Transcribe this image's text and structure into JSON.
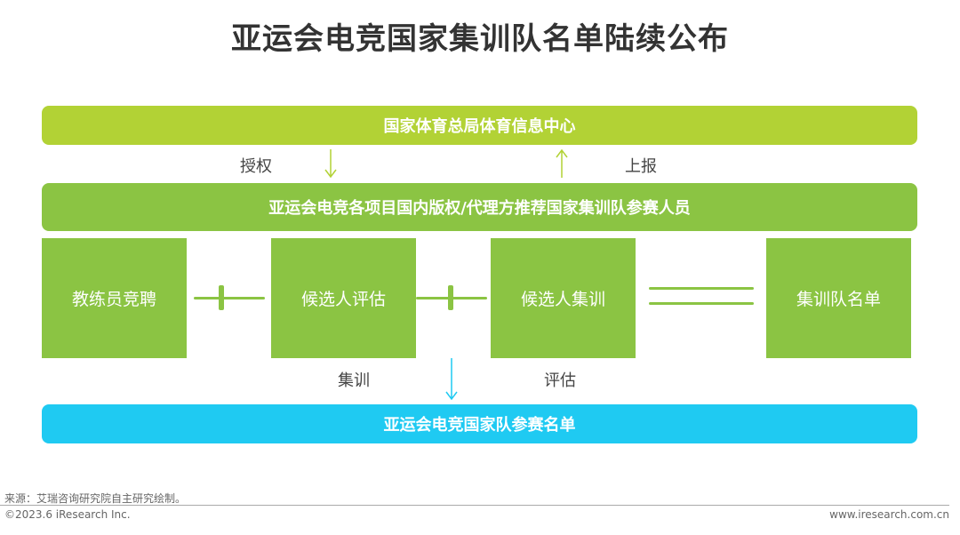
{
  "title": "亚运会电竞国家集训队名单陆续公布",
  "top_bar": "国家体育总局体育信息中心",
  "authorize_label": "授权",
  "report_label": "上报",
  "middle_bar": "亚运会电竞各项目国内版权/代理方推荐国家集训队参赛人员",
  "steps": [
    "教练员竞聘",
    "候选人评估",
    "候选人集训",
    "集训队名单"
  ],
  "training_label": "集训",
  "evaluation_label": "评估",
  "bottom_bar": "亚运会电竞国家队参赛名单",
  "footer": {
    "source": "来源：艾瑞咨询研究院自主研究绘制。",
    "copyright": "©2023.6 iResearch Inc.",
    "website": "www.iresearch.com.cn"
  },
  "colors": {
    "lime": "#b2d235",
    "green": "#8bc443",
    "cyan": "#1fcaf2"
  }
}
